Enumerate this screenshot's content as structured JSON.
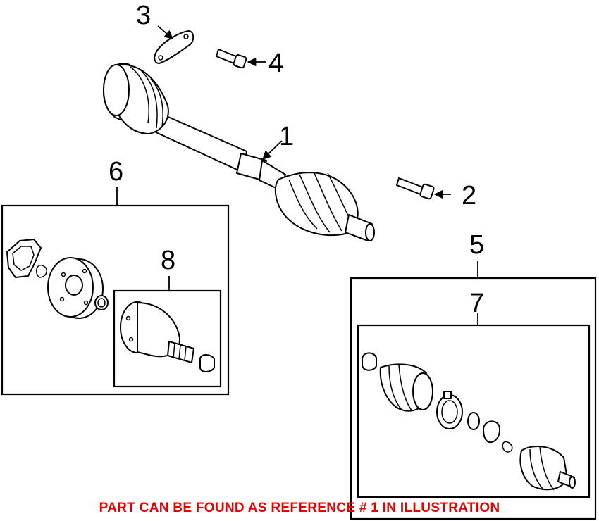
{
  "callouts": {
    "c1": "1",
    "c2": "2",
    "c3": "3",
    "c4": "4",
    "c5": "5",
    "c6": "6",
    "c7": "7",
    "c8": "8"
  },
  "footer": {
    "note": "PART CAN BE FOUND AS REFERENCE # 1 IN ILLUSTRATION"
  },
  "colors": {
    "line": "#000000",
    "note": "#e60000"
  }
}
